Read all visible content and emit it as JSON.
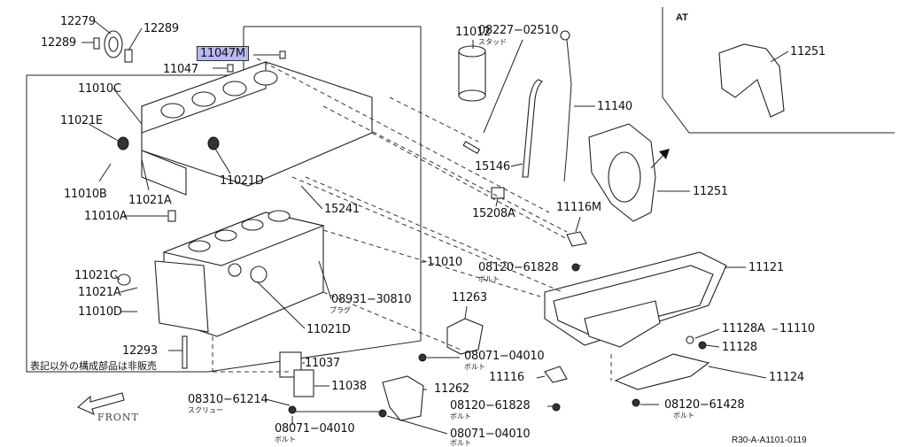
{
  "diagram": {
    "section_label": "AT",
    "reference": "R30-A-A1101-0119",
    "note": "表記以外の構成部品は非販売",
    "front_label": "FRONT",
    "highlight_color": "#b7b9f2",
    "labels": {
      "p12279": "12279",
      "p12289a": "12289",
      "p12289b": "12289",
      "p11047M": "11047M",
      "p11047": "11047",
      "p11010C": "11010C",
      "p11021E": "11021E",
      "p11010B": "11010B",
      "p11021A_top": "11021A",
      "p11021D_top": "11021D",
      "p15241": "15241",
      "p11010A": "11010A",
      "p11021C": "11021C",
      "p11021A": "11021A",
      "p11010D": "11010D",
      "p12293": "12293",
      "p11010": "11010",
      "p08931": "08931−30810",
      "p11021D": "11021D",
      "p11012": "11012",
      "p08227": "08227−02510",
      "p11140": "11140",
      "p15146": "15146",
      "p15208A": "15208A",
      "p11116M": "11116M",
      "p11251a": "11251",
      "p11251b": "11251",
      "p08120a": "08120−61828",
      "p11121": "11121",
      "p11263": "11263",
      "p11128A": "11128A",
      "p11110": "11110",
      "p11128": "11128",
      "p08071a": "08071−04010",
      "p11037": "11037",
      "p11038": "11038",
      "p11116": "11116",
      "p11262": "11262",
      "p11124": "11124",
      "p08310": "08310−61214",
      "p08120b": "08120−61828",
      "p08120c": "08120−61428",
      "p08071b": "08071−04010",
      "p08071c": "08071−04010"
    },
    "sublabels": {
      "stud": "スタッド",
      "plug": "プラグ",
      "bolt_a": "ボルト",
      "bolt_b": "ボルト",
      "bolt_c": "ボルト",
      "bolt_d": "ボルト",
      "bolt_e": "ボルト",
      "bolt_f": "ボルト",
      "screw": "スクリュー"
    }
  }
}
